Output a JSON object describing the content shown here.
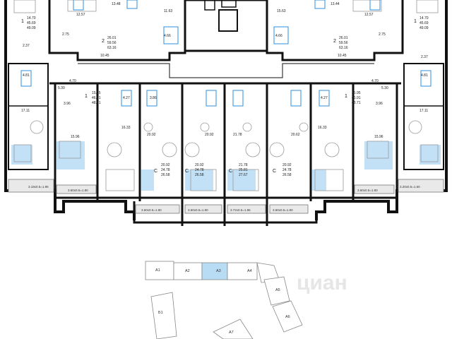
{
  "colors": {
    "wall": "#111111",
    "bath": "#2f8fd8",
    "highlight": "#b9dcf5",
    "balcony": "#d9d9d9",
    "furniture": "#9a9a9a"
  },
  "watermark": "циан",
  "units": [
    {
      "id": "u1",
      "type": "1",
      "a": "14.70",
      "b": "45.69",
      "c": "49.09"
    },
    {
      "id": "u2",
      "type": "2",
      "a": "26.01",
      "b": "59.56",
      "c": "63.16"
    },
    {
      "id": "u3",
      "type": "2",
      "a": "26.01",
      "b": "59.56",
      "c": "63.16"
    },
    {
      "id": "u4",
      "type": "1",
      "a": "14.70",
      "b": "45.69",
      "c": "49.09"
    },
    {
      "id": "u5",
      "type": "1",
      "a": "15.95",
      "b": "46.91",
      "c": "48.71"
    },
    {
      "id": "u6",
      "type": "1",
      "a": "15.95",
      "b": "46.91",
      "c": "48.71"
    },
    {
      "id": "u7",
      "type": "С",
      "a": "20.92",
      "b": "24.78",
      "c": "26.58"
    },
    {
      "id": "u8",
      "type": "С",
      "a": "20.92",
      "b": "24.78",
      "c": "26.58"
    },
    {
      "id": "u9",
      "type": "С",
      "a": "21.78",
      "b": "25.81",
      "c": "27.67"
    },
    {
      "id": "u10",
      "type": "С",
      "a": "20.92",
      "b": "24.78",
      "c": "26.58"
    }
  ],
  "room_areas": [
    {
      "id": "r1",
      "text": "12.57"
    },
    {
      "id": "r2",
      "text": "13.48"
    },
    {
      "id": "r3",
      "text": "11.63"
    },
    {
      "id": "r4",
      "text": "15.63"
    },
    {
      "id": "r5",
      "text": "13.44"
    },
    {
      "id": "r6",
      "text": "12.57"
    },
    {
      "id": "r7",
      "text": "2.75"
    },
    {
      "id": "r8",
      "text": "4.66"
    },
    {
      "id": "r9",
      "text": "4.66"
    },
    {
      "id": "r10",
      "text": "2.75"
    },
    {
      "id": "r11",
      "text": "2.37"
    },
    {
      "id": "r12",
      "text": "2.37"
    },
    {
      "id": "r13",
      "text": "10.45"
    },
    {
      "id": "r14",
      "text": "10.45"
    },
    {
      "id": "r15",
      "text": "4.81"
    },
    {
      "id": "r16",
      "text": "4.81"
    },
    {
      "id": "r17",
      "text": "5.30"
    },
    {
      "id": "r18",
      "text": "5.30"
    },
    {
      "id": "r19",
      "text": "4.70"
    },
    {
      "id": "r20",
      "text": "4.70"
    },
    {
      "id": "r21",
      "text": "17.11"
    },
    {
      "id": "r22",
      "text": "17.11"
    },
    {
      "id": "r23",
      "text": "3.96"
    },
    {
      "id": "r24",
      "text": "3.96"
    },
    {
      "id": "r25",
      "text": "15.96"
    },
    {
      "id": "r26",
      "text": "15.96"
    },
    {
      "id": "r27",
      "text": "4.27"
    },
    {
      "id": "r28",
      "text": "3.86"
    },
    {
      "id": "r29",
      "text": "4.27"
    },
    {
      "id": "r30",
      "text": "16.33"
    },
    {
      "id": "r31",
      "text": "16.33"
    },
    {
      "id": "r32",
      "text": "20.92"
    },
    {
      "id": "r33",
      "text": "20.92"
    },
    {
      "id": "r34",
      "text": "21.78"
    },
    {
      "id": "r35",
      "text": "20.62"
    }
  ],
  "balconies": [
    {
      "id": "b1",
      "text": "3.19x0.5=1.95"
    },
    {
      "id": "b2",
      "text": "3.60x0.5=1.80"
    },
    {
      "id": "b3",
      "text": "3.60x0.5=1.80"
    },
    {
      "id": "b4",
      "text": "3.60x0.5=1.80"
    },
    {
      "id": "b5",
      "text": "3.72x0.5=1.86"
    },
    {
      "id": "b6",
      "text": "3.60x0.5=1.80"
    },
    {
      "id": "b7",
      "text": "3.60x0.5=1.80"
    },
    {
      "id": "b8",
      "text": "3.20x0.5=1.60"
    }
  ],
  "sections": [
    {
      "id": "A1",
      "label": "A1"
    },
    {
      "id": "A2",
      "label": "A2"
    },
    {
      "id": "A3",
      "label": "A3",
      "active": true
    },
    {
      "id": "A4",
      "label": "A4"
    },
    {
      "id": "A5",
      "label": "A5"
    },
    {
      "id": "A6",
      "label": "A6"
    },
    {
      "id": "A7",
      "label": "A7"
    },
    {
      "id": "B1",
      "label": "Б1"
    }
  ]
}
